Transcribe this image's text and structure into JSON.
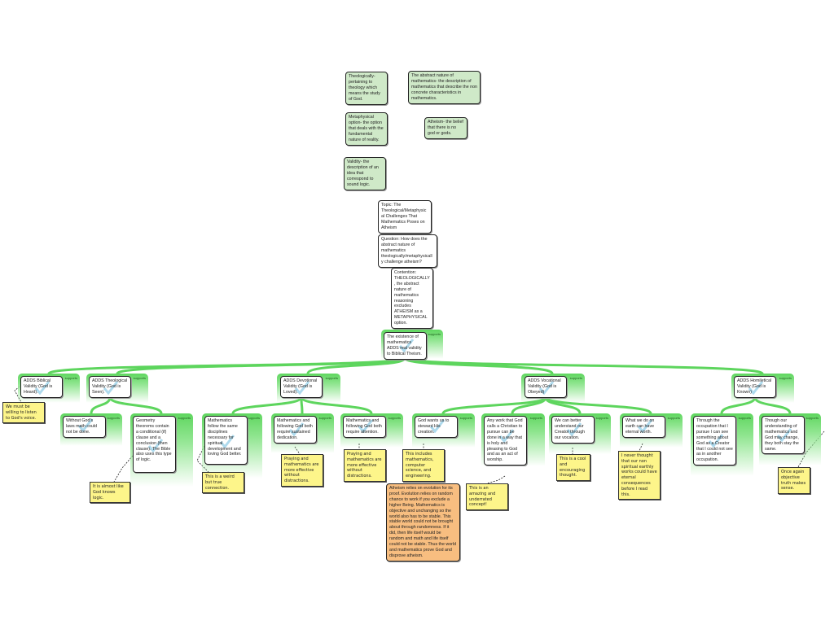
{
  "definitions": [
    "Theologically- pertaining to theology which means the study of God.",
    "The abstract nature of mathematics- the description of mathematics that describe the non concrete characteristics in mathematics.",
    "Metaphysical option- the option that deals with the fundamental nature of reality.",
    "Atheism- the belief that there is no god or gods.",
    "Validity- the description of an idea that correspond to sound logic."
  ],
  "topic": "Topic: The Theological/Metaphysical Challenges That Mathematics Poses on Atheism",
  "question": "Question: How does the abstract nature of mathematics theologically/metaphysically challenge atheism?",
  "contention": "Contention: THEOLOGICALLY, the abstract nature of mathematics reasoning excludes ATHEISM as a METAPHYSICAL option.",
  "supports_label": "supports",
  "main_claim": "The existence of mathematics ADDS real validity to Biblical Theism.",
  "reasons": [
    "ADDS Biblical Validity (God is Heard).",
    "ADDS Theological Validity (God is Seen).",
    "ADDS Devotional Validity (God is Loved).",
    "ADDS Vocational Validity (God is Obeyed)",
    "ADDS Homiletical Validity (God is Known)"
  ],
  "evidence": [
    "Without God's laws math could not be done.",
    "Geometry theorems contain a conditional (if) clause and a conclusion (then clause). The Bible also uses this type of logic.",
    "Mathematics follow the same disciplines necessary for spiritual development and loving God better.",
    "Mathematics and following God both require sustained dedication.",
    "Mathematics and following God both require attention.",
    "God wants us to steward His creation.",
    "Any work that God calls a Christian to pursue can be done in a way that is holy and pleasing to God and as an act of worship.",
    "We can better understand our Creator through our vocation.",
    "What we do on earth can have eternal worth.",
    "Through the occupation that I pursue I can see something about God as a Creator that I could not see as in another occupation.",
    "Though our understanding of mathematics and God may change, they both stay the same."
  ],
  "notes": [
    "We must be willing to listen to God's voice.",
    "It is almost like God knows logic.",
    "This is a weird but true connection.",
    "Praying and mathematics are more effective without distractions.",
    "Praying and mathematics are more effective without distractions.",
    "This includes mathematics, computer science, and engineering.",
    "This is an amazing and underrated concept!",
    "This is a cool and encouraging thought.",
    "I never thought that our non spiritual earthly works could have eternal consequences before I read this.",
    "Once again objective truth makes sense."
  ],
  "objection": "Atheism relies on evolution for its proof. Evolution relies on random chance to work if you exclude a higher Being. Mathematics is objective and unchanging so the world also has to be stable. This stable world could not be brought about through randomness. If it did, then life itself would be random and math and life itself could not be stable. Thus the world and mathematics prove God and disprove atheism.",
  "colors": {
    "link": "#5dd55d",
    "definition": "#cfe9c8",
    "note": "#fdf58a",
    "objection": "#f8be80",
    "check": "#8ccbe6"
  }
}
